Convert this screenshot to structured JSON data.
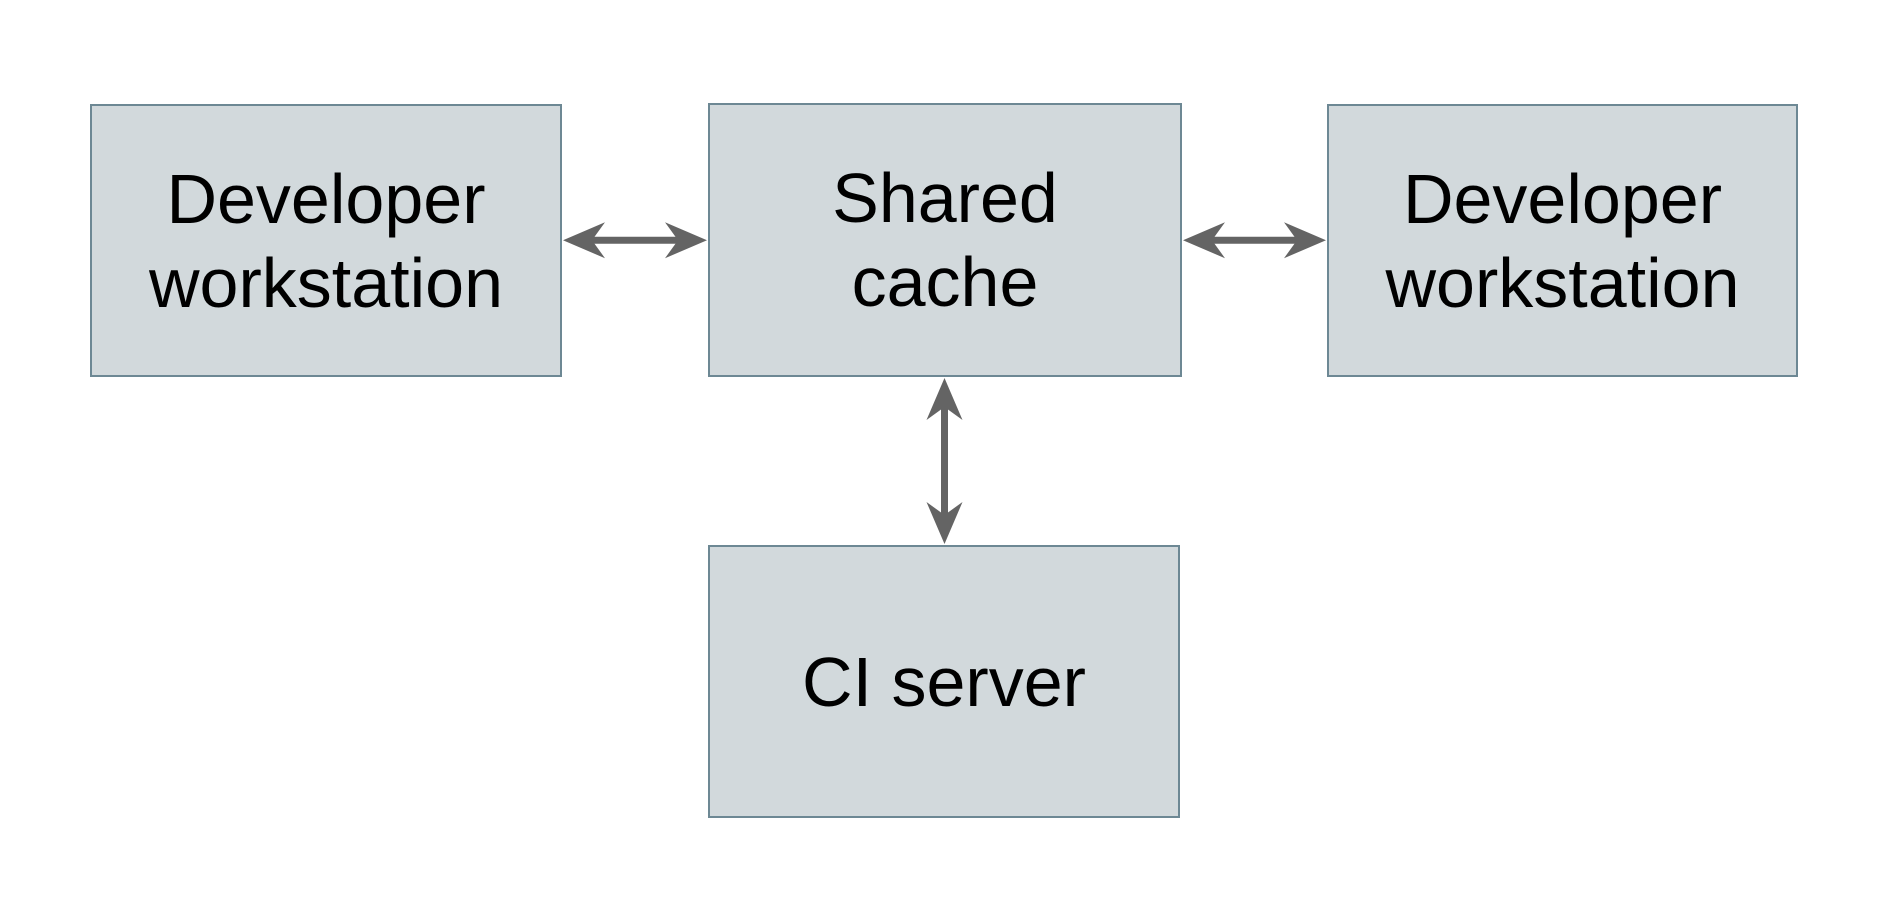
{
  "diagram": {
    "background": "#ffffff",
    "colors": {
      "node_fill": "#d2d9dc",
      "node_border": "#6d8894",
      "arrow": "#646464",
      "text": "#000000"
    },
    "nodes": [
      {
        "id": "developer-workstation-left",
        "label": "Developer\nworkstation"
      },
      {
        "id": "shared-cache",
        "label": "Shared\ncache"
      },
      {
        "id": "developer-workstation-right",
        "label": "Developer\nworkstation"
      },
      {
        "id": "ci-server",
        "label": "CI server"
      }
    ],
    "edges": [
      {
        "from": "developer-workstation-left",
        "to": "shared-cache",
        "type": "bidirectional-arrow"
      },
      {
        "from": "shared-cache",
        "to": "developer-workstation-right",
        "type": "bidirectional-arrow"
      },
      {
        "from": "shared-cache",
        "to": "ci-server",
        "type": "bidirectional-arrow"
      }
    ]
  }
}
